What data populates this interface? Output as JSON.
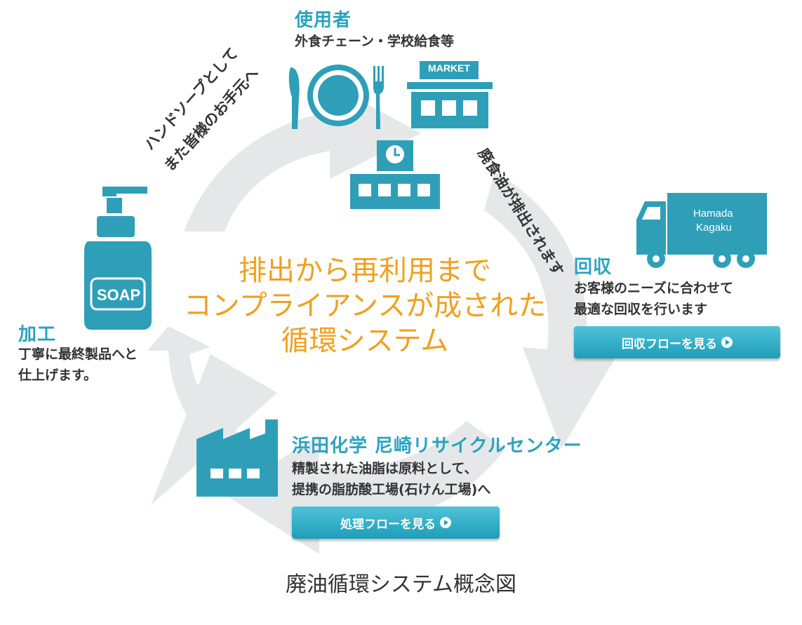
{
  "colors": {
    "accent": "#2aa3bf",
    "icon": "#2f9fb8",
    "center_text": "#f0a020",
    "arrow": "#e7e8ea"
  },
  "user": {
    "heading": "使用者",
    "desc": "外食チェーン・学校給食等",
    "market_sign": "MARKET"
  },
  "waste": {
    "text": "廃食油が排出されます"
  },
  "collection": {
    "heading": "回収",
    "desc_line1": "お客様のニーズに合わせて",
    "desc_line2": "最適な回収を行います",
    "button": "回収フローを見る",
    "truck_line1": "Hamada",
    "truck_line2": "Kagaku"
  },
  "recycle_center": {
    "heading": "浜田化学 尼崎リサイクルセンター",
    "desc_line1": "精製された油脂は原料として、",
    "desc_line2": "提携の脂肪酸工場(石けん工場)へ",
    "button": "処理フローを見る"
  },
  "processing": {
    "heading": "加工",
    "desc_line1": "丁寧に最終製品へと",
    "desc_line2": "仕上げます。",
    "soap_label": "SOAP"
  },
  "hand_soap": {
    "line1": "ハンドソープとして",
    "line2": "また皆様のお手元へ"
  },
  "center": {
    "line1": "排出から再利用まで",
    "line2": "コンプライアンスが成された",
    "line3": "循環システム"
  },
  "caption": "廃油循環システム概念図",
  "icons": [
    "plate-icon",
    "knife-icon",
    "fork-icon",
    "market-icon",
    "school-icon",
    "truck-icon",
    "factory-icon",
    "soap-bottle-icon",
    "play-icon"
  ]
}
